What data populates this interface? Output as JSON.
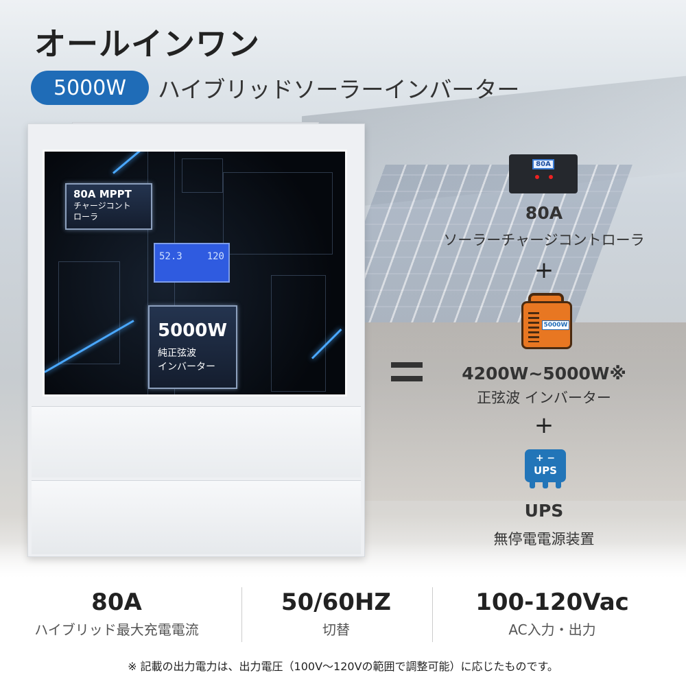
{
  "header": {
    "title": "オールインワン",
    "badge": "5000W",
    "subtitle": "ハイブリッドソーラーインバーター"
  },
  "product_panel": {
    "controller_box": {
      "title": "80A MPPT",
      "line1": "チャージコント",
      "line2": "ローラ"
    },
    "lcd": {
      "left": "52.3",
      "right": "120"
    },
    "inverter_box": {
      "title": "5000W",
      "line1": "純正弦波",
      "line2": "インバーター"
    }
  },
  "equation": {
    "controller": {
      "icon_label": "80A",
      "value": "80A",
      "label": "ソーラーチャージコントローラ"
    },
    "plus1": "+",
    "inverter": {
      "icon_label": "5000W",
      "value": "4200W~5000W※",
      "label": "正弦波 インバーター"
    },
    "plus2": "+",
    "ups": {
      "icon_symbols": "+ −",
      "icon_label": "UPS",
      "value": "UPS",
      "label": "無停電電源装置"
    }
  },
  "specs": [
    {
      "value": "80A",
      "label": "ハイブリッド最大充電電流"
    },
    {
      "value": "50/60HZ",
      "label": "切替"
    },
    {
      "value": "100-120Vac",
      "label": "AC入力・出力"
    }
  ],
  "footnote": "※ 記載の出力電力は、出力電圧（100V〜120Vの範囲で調整可能）に応じたものです。",
  "colors": {
    "accent": "#1f6cb7",
    "inverter_orange": "#e87722",
    "text": "#222222"
  }
}
